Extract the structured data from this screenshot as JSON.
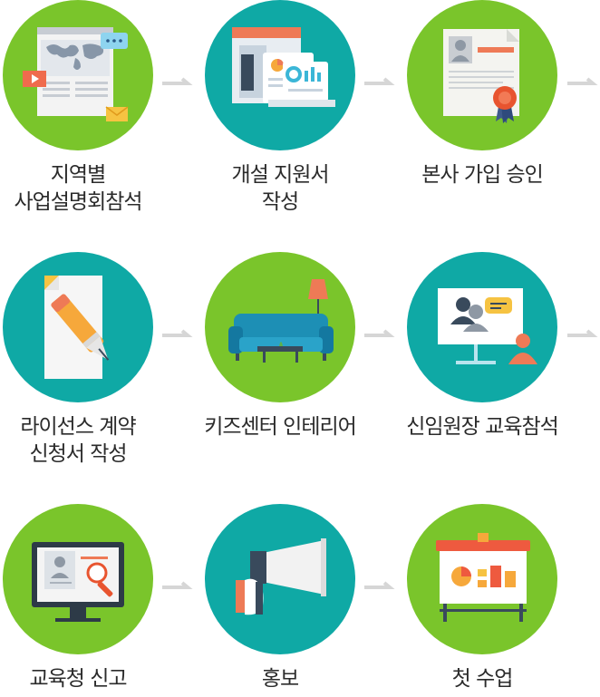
{
  "colors": {
    "green": "#7ac52b",
    "teal": "#0fa9a5",
    "arrow": "#d6d6d6",
    "text": "#2b2b2b"
  },
  "steps": [
    {
      "label": "지역별\n사업설명회참석",
      "icon": "world-map-presentation-icon"
    },
    {
      "label": "개설 지원서\n작성",
      "icon": "application-documents-icon"
    },
    {
      "label": "본사 가입 승인",
      "icon": "certificate-approval-icon"
    },
    {
      "label": "라이선스 계약\n신청서 작성",
      "icon": "fountain-pen-contract-icon"
    },
    {
      "label": "키즈센터 인테리어",
      "icon": "sofa-interior-icon"
    },
    {
      "label": "신임원장 교육참석",
      "icon": "training-session-icon"
    },
    {
      "label": "교육청 신고",
      "icon": "monitor-search-icon"
    },
    {
      "label": "홍보",
      "icon": "megaphone-icon"
    },
    {
      "label": "첫 수업",
      "icon": "presentation-board-icon"
    }
  ]
}
